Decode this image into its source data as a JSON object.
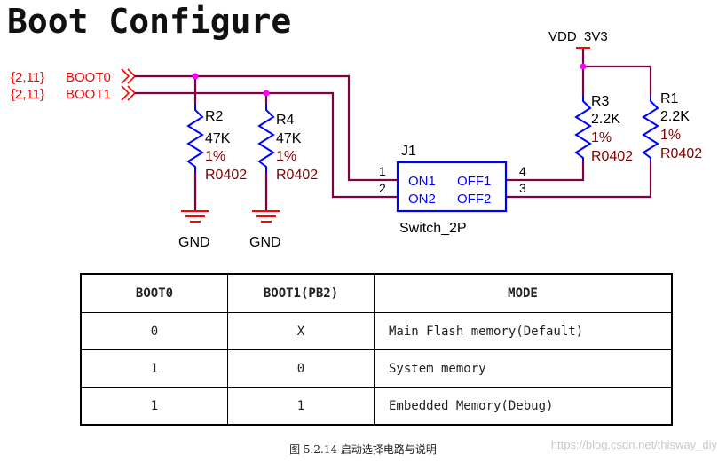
{
  "title": "Boot Configure",
  "schematic": {
    "nets": {
      "boot0": {
        "ref": "{2,11}",
        "name": "BOOT0"
      },
      "boot1": {
        "ref": "{2,11}",
        "name": "BOOT1"
      },
      "vdd": "VDD_3V3",
      "gnd": "GND"
    },
    "resistors": [
      {
        "ref": "R2",
        "value": "47K",
        "tol": "1%",
        "pkg": "R0402"
      },
      {
        "ref": "R4",
        "value": "47K",
        "tol": "1%",
        "pkg": "R0402"
      },
      {
        "ref": "R3",
        "value": "2.2K",
        "tol": "1%",
        "pkg": "R0402"
      },
      {
        "ref": "R1",
        "value": "2.2K",
        "tol": "1%",
        "pkg": "R0402"
      }
    ],
    "switch": {
      "ref": "J1",
      "part": "Switch_2P",
      "pins": {
        "p1": "1",
        "p2": "2",
        "p3": "3",
        "p4": "4"
      },
      "labels": {
        "on1": "ON1",
        "on2": "ON2",
        "off1": "OFF1",
        "off2": "OFF2"
      }
    }
  },
  "colors": {
    "wire": "#800040",
    "net_label": "#ff0000",
    "resistor": "#0000ff",
    "value_text": "#800000",
    "junction": "#ff00ff",
    "component": "#0000ff"
  },
  "table": {
    "headers": [
      "BOOT0",
      "BOOT1(PB2)",
      "MODE"
    ],
    "rows": [
      [
        "0",
        "X",
        "Main Flash memory(Default)"
      ],
      [
        "1",
        "0",
        "System memory"
      ],
      [
        "1",
        "1",
        "Embedded Memory(Debug)"
      ]
    ]
  },
  "caption": "图 5.2.14 启动选择电路与说明",
  "watermark": "https://blog.csdn.net/thisway_diy"
}
